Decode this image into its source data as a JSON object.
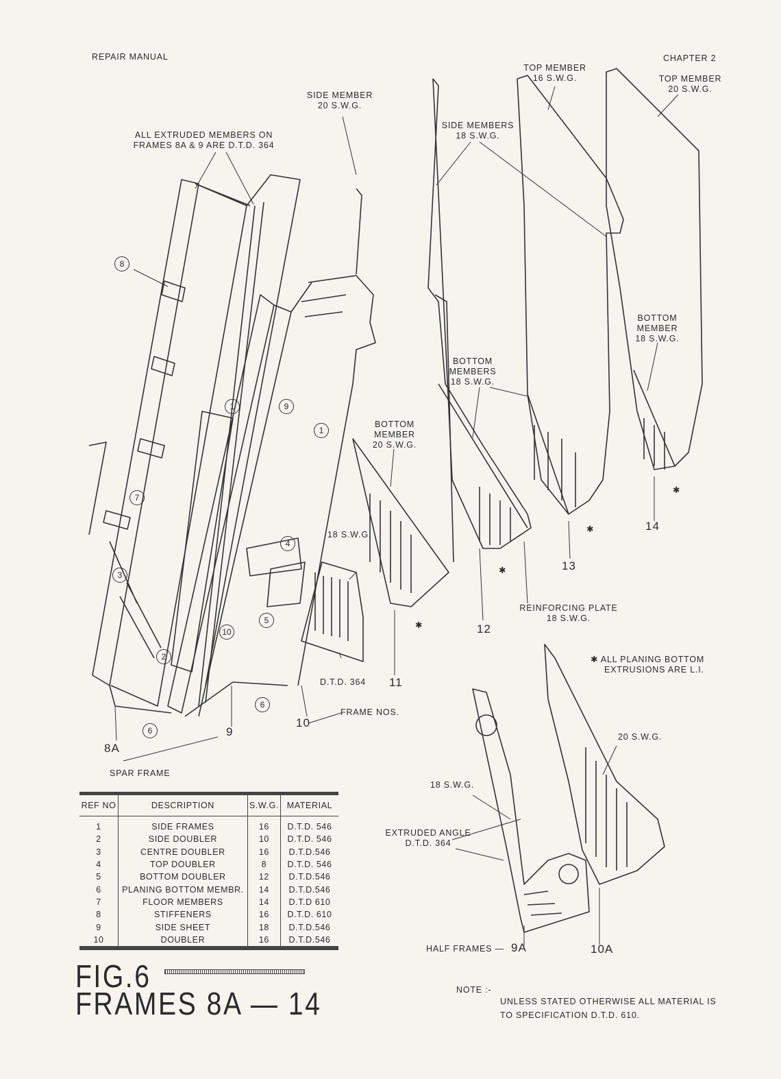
{
  "header": {
    "left": "REPAIR MANUAL",
    "right": "CHAPTER 2"
  },
  "labels": {
    "top_member_16": [
      "TOP MEMBER",
      "16 S.W.G."
    ],
    "top_member_20": [
      "TOP MEMBER",
      "20 S.W.G."
    ],
    "side_member_20": [
      "SIDE MEMBER",
      "20 S.W.G."
    ],
    "side_members_18": [
      "SIDE MEMBERS",
      "18 S.W.G."
    ],
    "extruded_note": [
      "ALL EXTRUDED MEMBERS ON",
      "FRAMES 8A & 9 ARE D.T.D. 364"
    ],
    "bottom_member_18": [
      "BOTTOM",
      "MEMBER",
      "18 S.W.G."
    ],
    "bottom_members_18": [
      "BOTTOM",
      "MEMBERS",
      "18 S.W.G."
    ],
    "bottom_member_20": [
      "BOTTOM",
      "MEMBER",
      "20 S.W.G."
    ],
    "swg_18_mid": "18 S.W.G.",
    "reinforcing_plate": [
      "REINFORCING PLATE",
      "18 S.W.G."
    ],
    "dtd_364": "D.T.D. 364",
    "frame_nos": "FRAME NOS.",
    "spar_frame": "SPAR FRAME",
    "planing_note": [
      "✱ ALL PLANING BOTTOM",
      "EXTRUSIONS ARE L.I."
    ],
    "swg_20_half": "20 S.W.G.",
    "swg_18_half": "18 S.W.G.",
    "extruded_angle": [
      "EXTRUDED ANGLE",
      "D.T.D. 364"
    ],
    "half_frames": "HALF FRAMES —",
    "star": "✱"
  },
  "frame_numbers": [
    "8A",
    "9",
    "10",
    "11",
    "12",
    "13",
    "14",
    "9A",
    "10A"
  ],
  "callouts": [
    "1",
    "2",
    "3",
    "4",
    "5",
    "6",
    "7",
    "8",
    "9",
    "10"
  ],
  "table": {
    "headers": [
      "REF NO",
      "DESCRIPTION",
      "S.W.G.",
      "MATERIAL"
    ],
    "rows": [
      [
        "1",
        "SIDE FRAMES",
        "16",
        "D.T.D. 546"
      ],
      [
        "2",
        "SIDE DOUBLER",
        "10",
        "D.T.D. 546"
      ],
      [
        "3",
        "CENTRE DOUBLER",
        "16",
        "D.T.D.546"
      ],
      [
        "4",
        "TOP DOUBLER",
        "8",
        "D.T.D. 546"
      ],
      [
        "5",
        "BOTTOM DOUBLER",
        "12",
        "D.T.D.546"
      ],
      [
        "6",
        "PLANING BOTTOM MEMBR.",
        "14",
        "D.T.D.546"
      ],
      [
        "7",
        "FLOOR MEMBERS",
        "14",
        "D.T.D 610"
      ],
      [
        "8",
        "STIFFENERS",
        "16",
        "D.T.D. 610"
      ],
      [
        "9",
        "SIDE SHEET",
        "18",
        "D.T.D.546"
      ],
      [
        "10",
        "DOUBLER",
        "16",
        "D.T.D.546"
      ]
    ]
  },
  "figure": {
    "line1": "FIG.6",
    "line2": "FRAMES 8A — 14"
  },
  "note": {
    "label": "NOTE :-",
    "lines": [
      "UNLESS STATED OTHERWISE ALL MATERIAL IS",
      "TO SPECIFICATION D.T.D. 610."
    ]
  },
  "colors": {
    "ink": "#2a2a2a",
    "paper": "#f5f4ef"
  }
}
